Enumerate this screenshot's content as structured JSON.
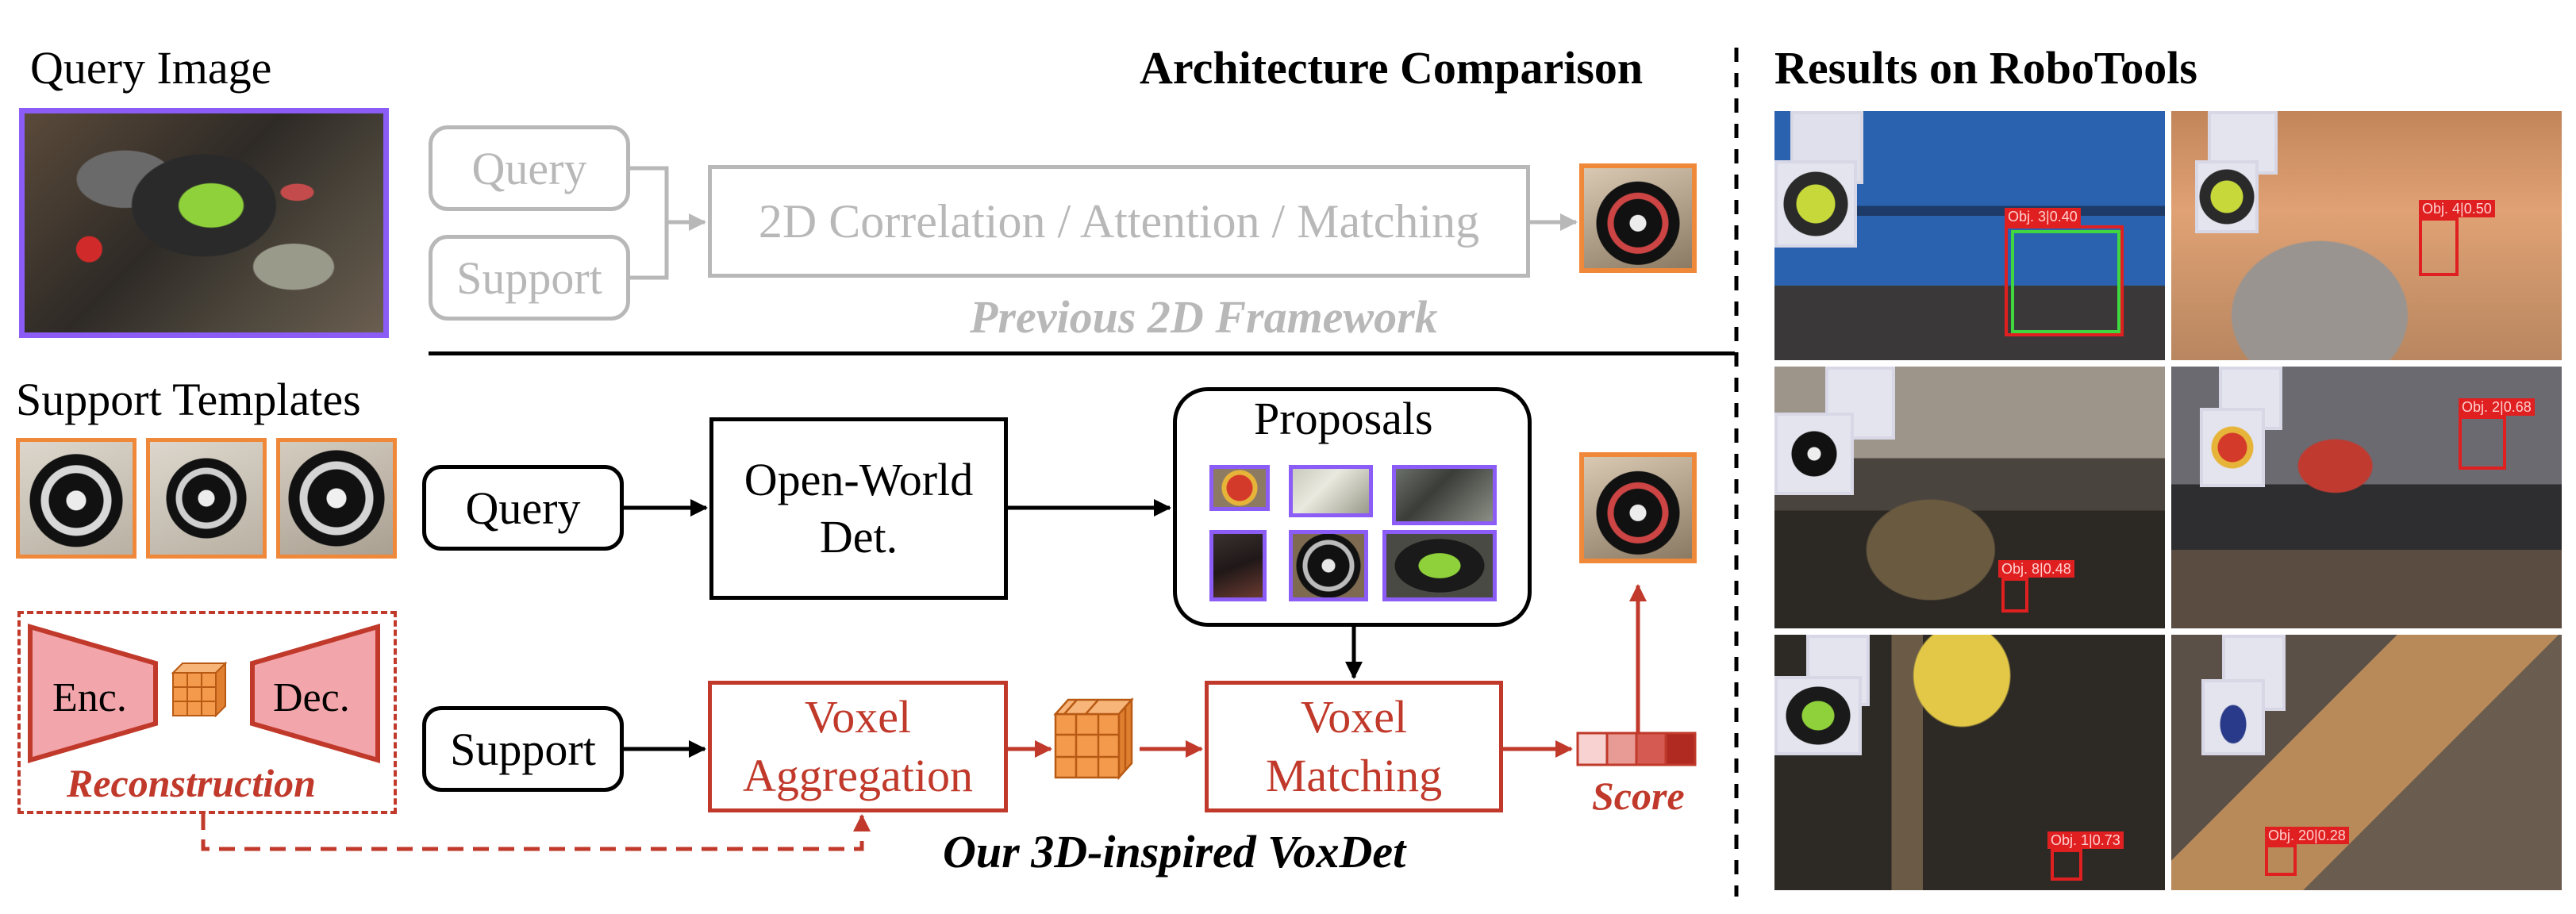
{
  "left": {
    "query_title": "Query Image",
    "support_title": "Support Templates",
    "enc_label": "Enc.",
    "dec_label": "Dec.",
    "reconstruction_label": "Reconstruction"
  },
  "previous": {
    "heading": "Architecture Comparison",
    "query_label": "Query",
    "support_label": "Support",
    "correlation_label": "2D Correlation / Attention / Matching",
    "framework_label": "Previous 2D Framework"
  },
  "ours": {
    "query_label": "Query",
    "support_label": "Support",
    "open_world_label": "Open-World\nDet.",
    "proposals_label": "Proposals",
    "voxel_aggregation_label": "Voxel\nAggregation",
    "voxel_matching_label": "Voxel\nMatching",
    "score_label": "Score",
    "framework_label": "Our 3D-inspired VoxDet"
  },
  "results": {
    "heading": "Results on RoboTools",
    "detections": [
      "Obj. 3|0.40",
      "Obj. 4|0.50",
      "Obj. 8|0.48",
      "Obj. 2|0.68",
      "Obj. 1|0.73",
      "Obj. 20|0.28"
    ]
  },
  "colors": {
    "gray": "#b8b8b8",
    "red": "#c0392b",
    "orange": "#f0883a",
    "purple": "#8b5cf6",
    "green": "#3fd63f"
  }
}
